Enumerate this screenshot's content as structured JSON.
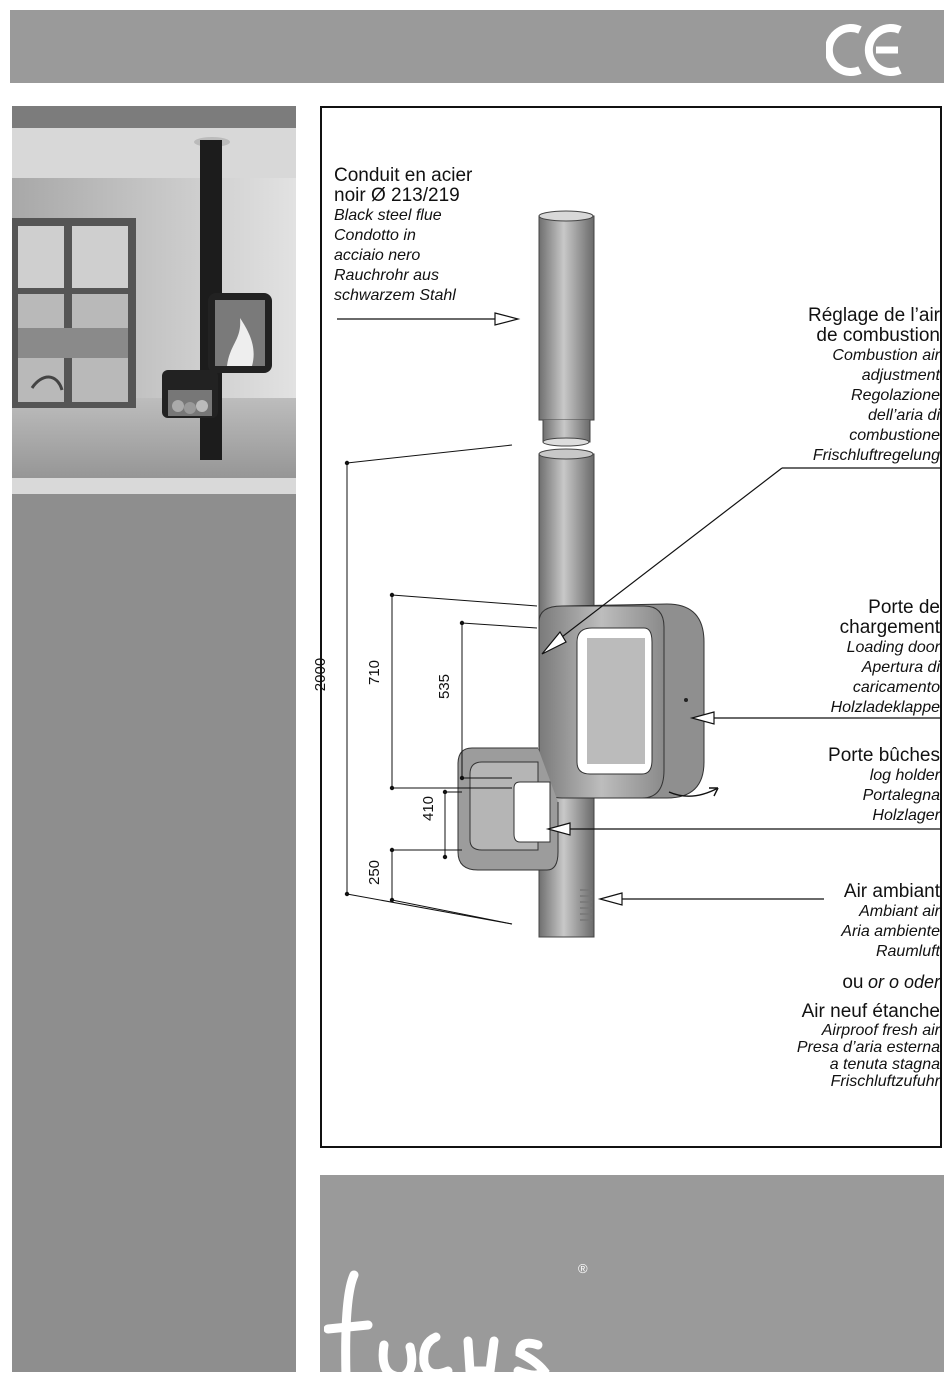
{
  "header": {
    "ce_mark": "CE"
  },
  "brand": {
    "logo_text": "focus",
    "registered": "®"
  },
  "labels": {
    "flue": {
      "fr": [
        "Conduit en acier",
        "noir Ø 213/219"
      ],
      "others": [
        "Black steel flue",
        "Condotto in",
        "acciaio nero",
        "Rauchrohr aus",
        "schwarzem Stahl"
      ]
    },
    "combustion": {
      "fr": [
        "Réglage de l’air",
        "de combustion"
      ],
      "others": [
        "Combustion air",
        "adjustment",
        "Regolazione",
        "dell’aria di",
        "combustione",
        "Frischluftregelung"
      ]
    },
    "door": {
      "fr": [
        "Porte de",
        "chargement"
      ],
      "others": [
        "Loading door",
        "Apertura di",
        "caricamento",
        "Holzladeklappe"
      ]
    },
    "logholder": {
      "fr": [
        "Porte bûches"
      ],
      "others": [
        "log holder",
        "Portalegna",
        "Holzlager"
      ]
    },
    "ambient": {
      "fr": [
        "Air ambiant"
      ],
      "others": [
        "Ambiant air",
        "Aria ambiente",
        "Raumluft"
      ]
    },
    "or": {
      "fr": "ou",
      "others": "or o oder"
    },
    "fresh": {
      "fr": [
        "Air neuf étanche"
      ],
      "others": [
        "Airproof fresh air",
        "Presa d’aria esterna",
        "a tenuta stagna",
        "Frischluftzufuhr"
      ]
    }
  },
  "dimensions": {
    "d2000": "2000",
    "d710": "710",
    "d535": "535",
    "d410": "410",
    "d250": "250"
  }
}
